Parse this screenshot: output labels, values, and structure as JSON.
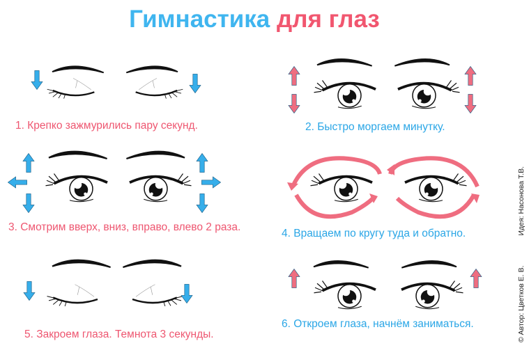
{
  "title": {
    "part1": "Гимнастика",
    "part2": "для глаз"
  },
  "exercises": [
    {
      "caption": "1. Крепко зажмурились пару секунд."
    },
    {
      "caption": "2. Быстро моргаем минутку."
    },
    {
      "caption": "3. Смотрим вверх, вниз, вправо, влево 2 раза."
    },
    {
      "caption": "4. Вращаем по кругу туда и обратно."
    },
    {
      "caption": "5. Закроем глаза. Темнота 3 секунды."
    },
    {
      "caption": "6. Откроем глаза, начнём заниматься."
    }
  ],
  "credits": {
    "author": "© Автор: Цветков Е. В.",
    "idea": "Идея: Насонова Т.В."
  },
  "colors": {
    "blue": "#3fb5ef",
    "pink": "#f1566f",
    "arrow_blue": "#36aeea",
    "arrow_red": "#ef6d80"
  }
}
